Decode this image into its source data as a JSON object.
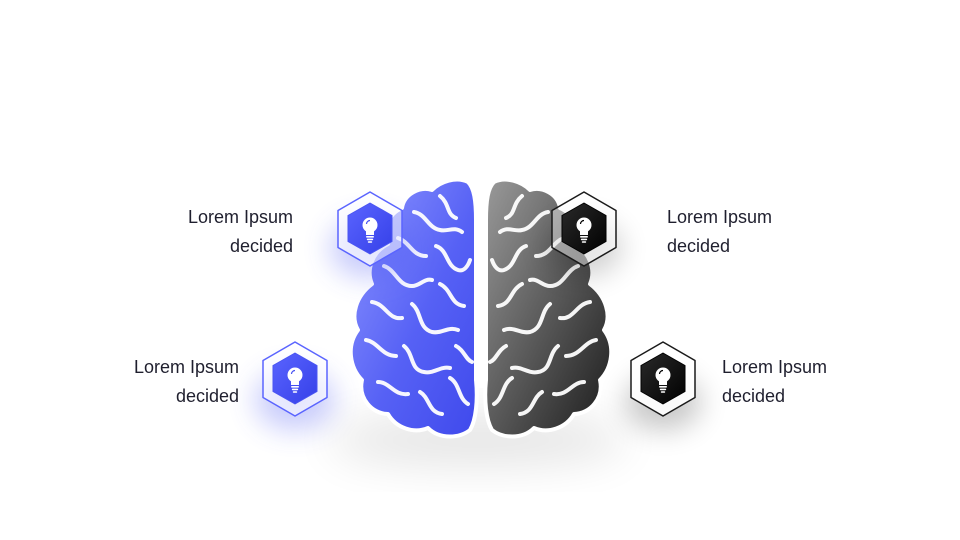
{
  "colors": {
    "accent_blue": "#4a55f2",
    "accent_black": "#0d0d0d",
    "text": "#1f1f2e",
    "background": "#ffffff"
  },
  "brain": {
    "left_hemisphere_icon": "brain-left-icon",
    "right_hemisphere_icon": "brain-right-icon"
  },
  "items": [
    {
      "line1": "Lorem Ipsum",
      "line2": "decided",
      "icon": "lightbulb-icon",
      "color": "blue"
    },
    {
      "line1": "Lorem Ipsum",
      "line2": "decided",
      "icon": "lightbulb-icon",
      "color": "blue"
    },
    {
      "line1": "Lorem Ipsum",
      "line2": "decided",
      "icon": "lightbulb-icon",
      "color": "black"
    },
    {
      "line1": "Lorem Ipsum",
      "line2": "decided",
      "icon": "lightbulb-icon",
      "color": "black"
    }
  ]
}
